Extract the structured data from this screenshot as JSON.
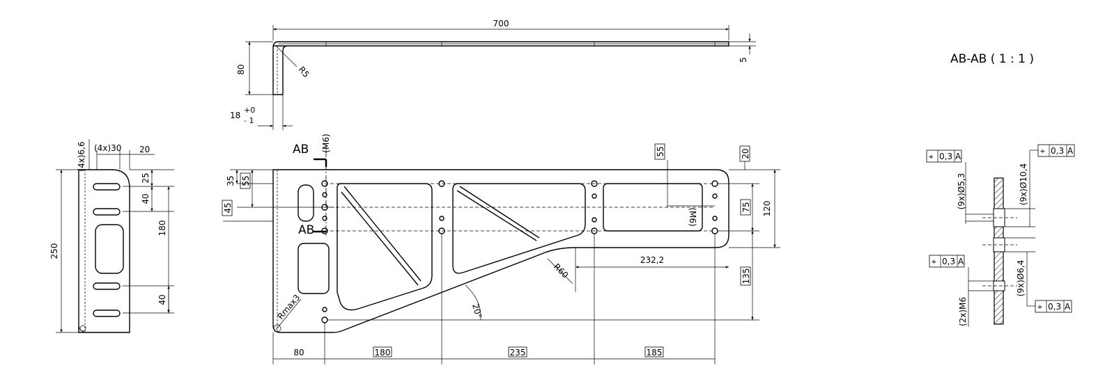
{
  "section_title": "AB-AB ( 1 : 1 )",
  "section_marker": "AB",
  "top_view": {
    "length": "700",
    "height": "80",
    "bend_radius": "R5",
    "thickness": "5",
    "tolerance_base": "18",
    "tolerance_upper": "+0",
    "tolerance_lower": "- 1"
  },
  "side_view": {
    "slot_holes": "(4x)6,6",
    "slot_length": "(4x)30",
    "edge_offset": "20",
    "height": "250",
    "top_gap": "25",
    "slot_spacing_upper": "40",
    "slot_spacing_mid": "180",
    "slot_spacing_lower": "40"
  },
  "front_view": {
    "thread_top": "(M6)",
    "thread_right": "(M6)",
    "dim_55_top": "55",
    "dim_20": "20",
    "dim_35": "35",
    "dim_55_left": "55",
    "dim_45": "45",
    "dim_75": "75",
    "dim_120": "120",
    "dim_135": "135",
    "dim_232": "232,2",
    "radius_60": "R60",
    "radius_max3": "Rmax3",
    "angle": "20°",
    "bottom_dims": [
      "80",
      "180",
      "235",
      "185"
    ]
  },
  "section_view": {
    "hole_53": "(9x)Ø5,3",
    "hole_104": "(9x)Ø10,4",
    "hole_64": "(9x)Ø6,4",
    "thread_m6": "(2x)M6",
    "tol_label": "0,3",
    "datum": "A",
    "position_symbol": "⌖"
  }
}
